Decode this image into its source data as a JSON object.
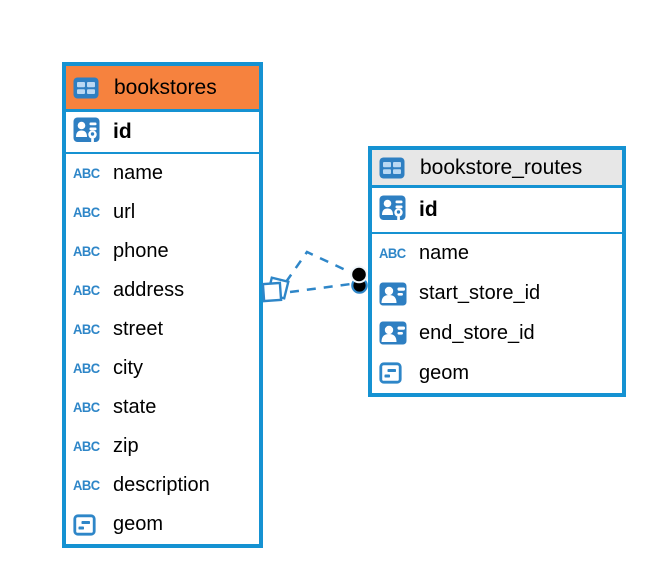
{
  "colors": {
    "accent_blue": "#1592D2",
    "icon_blue": "#2E7FC2",
    "icon_cell_blue": "#B9D8F3",
    "line_blue": "#2E86C8",
    "header_orange": "#F6823E",
    "header_gray": "#E7E7E7",
    "text": "#000000",
    "background": "#FFFFFF",
    "connector_dot": "#000000"
  },
  "icons": {
    "abc_text": "ABC",
    "table_icon": "table-icon",
    "primary_key_icon": "primary-key-icon",
    "foreign_key_icon": "foreign-key-icon",
    "geometry_icon": "geometry-type-icon"
  },
  "tables": [
    {
      "name": "bookstores",
      "header_style": "orange",
      "columns": [
        {
          "name": "id",
          "icon": "primary-key-icon",
          "is_key": true
        },
        {
          "name": "name",
          "icon": "text-type-icon"
        },
        {
          "name": "url",
          "icon": "text-type-icon"
        },
        {
          "name": "phone",
          "icon": "text-type-icon"
        },
        {
          "name": "address",
          "icon": "text-type-icon"
        },
        {
          "name": "street",
          "icon": "text-type-icon"
        },
        {
          "name": "city",
          "icon": "text-type-icon"
        },
        {
          "name": "state",
          "icon": "text-type-icon"
        },
        {
          "name": "zip",
          "icon": "text-type-icon"
        },
        {
          "name": "description",
          "icon": "text-type-icon"
        },
        {
          "name": "geom",
          "icon": "geometry-type-icon"
        }
      ]
    },
    {
      "name": "bookstore_routes",
      "header_style": "gray",
      "columns": [
        {
          "name": "id",
          "icon": "primary-key-icon",
          "is_key": true
        },
        {
          "name": "name",
          "icon": "text-type-icon"
        },
        {
          "name": "start_store_id",
          "icon": "foreign-key-icon"
        },
        {
          "name": "end_store_id",
          "icon": "foreign-key-icon"
        },
        {
          "name": "geom",
          "icon": "geometry-type-icon"
        }
      ]
    }
  ],
  "relationships": [
    {
      "style": "dashed",
      "from_table": "bookstores",
      "to_table": "bookstore_routes",
      "start_marker": "diamond",
      "end_marker": "dot"
    },
    {
      "style": "dashed",
      "from_table": "bookstores",
      "to_table": "bookstore_routes",
      "start_marker": "diamond",
      "end_marker": "dot"
    }
  ]
}
